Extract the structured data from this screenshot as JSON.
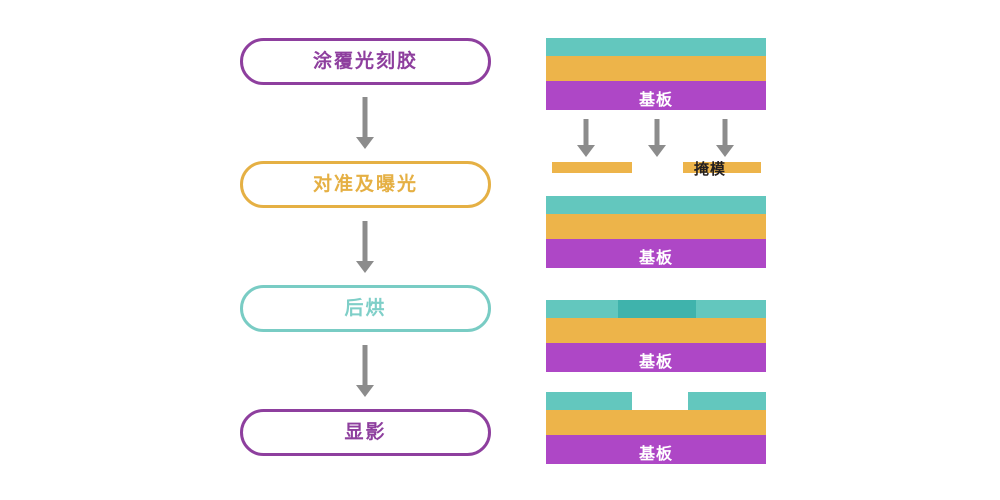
{
  "flow": {
    "steps": [
      {
        "label": "涂覆光刻胶",
        "accent": "#8E3F9E"
      },
      {
        "label": "对准及曝光",
        "accent": "#E5B044"
      },
      {
        "label": "后烘",
        "accent": "#79CCC4"
      },
      {
        "label": "显影",
        "accent": "#8E3F9E"
      }
    ]
  },
  "diagram": {
    "substrate_label": "基板",
    "mask_label": "掩模",
    "colors": {
      "photoresist": "#63C7BE",
      "photoresist_exposed": "#3FB3AC",
      "oxide": "#EDB44A",
      "substrate": "#AE47C6",
      "arrow": "#8C8C8C"
    },
    "stacks": [
      {
        "name": "coated-wafer",
        "layers": [
          "photoresist",
          "oxide",
          "substrate"
        ],
        "substrate_label": "基板"
      },
      {
        "name": "masked-wafer",
        "layers": [
          "photoresist",
          "oxide",
          "substrate"
        ],
        "substrate_label": "基板"
      },
      {
        "name": "exposed-wafer",
        "layers": [
          "photoresist-with-exposed-window",
          "oxide",
          "substrate"
        ],
        "substrate_label": "基板"
      },
      {
        "name": "developed-wafer",
        "layers": [
          "photoresist-patterned",
          "oxide",
          "substrate"
        ],
        "substrate_label": "基板"
      }
    ],
    "exposure_arrows": 3,
    "mask_bars": 2
  }
}
